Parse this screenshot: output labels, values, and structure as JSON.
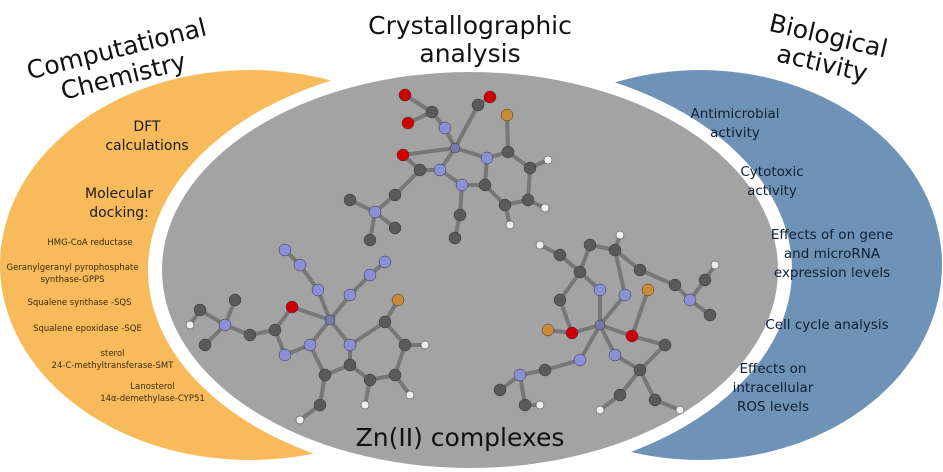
{
  "colors": {
    "computational": "#f8bb5c",
    "crystallographic": "#a3a3a3",
    "biological": "#6f93b6"
  },
  "left": {
    "title": [
      "Computational",
      "Chemistry"
    ],
    "dft": [
      "DFT",
      "calculations"
    ],
    "docking": [
      "Molecular",
      "docking:"
    ],
    "targets": [
      [
        "HMG-CoA reductase"
      ],
      [
        "Geranylgeranyl pyrophosphate",
        "synthase-GPPS"
      ],
      [
        "Squalene synthase -SQS"
      ],
      [
        "Squalene epoxidase -SQE"
      ],
      [
        "sterol",
        "24-C-methyltransferase-SMT"
      ],
      [
        "Lanosterol",
        "14α-demethylase-CYP51"
      ]
    ]
  },
  "center": {
    "title": [
      "Crystallographic",
      "analysis"
    ],
    "caption": "Zn(II) complexes"
  },
  "right": {
    "title": [
      "Biological",
      "activity"
    ],
    "items": [
      [
        "Antimicrobial",
        "activity"
      ],
      [
        "Cytotoxic",
        "activity"
      ],
      [
        "Effects of on gene",
        "and microRNA",
        "expression levels"
      ],
      [
        "Cell cycle analysis"
      ],
      [
        "Effects on",
        "intracellular",
        "ROS levels"
      ]
    ]
  }
}
